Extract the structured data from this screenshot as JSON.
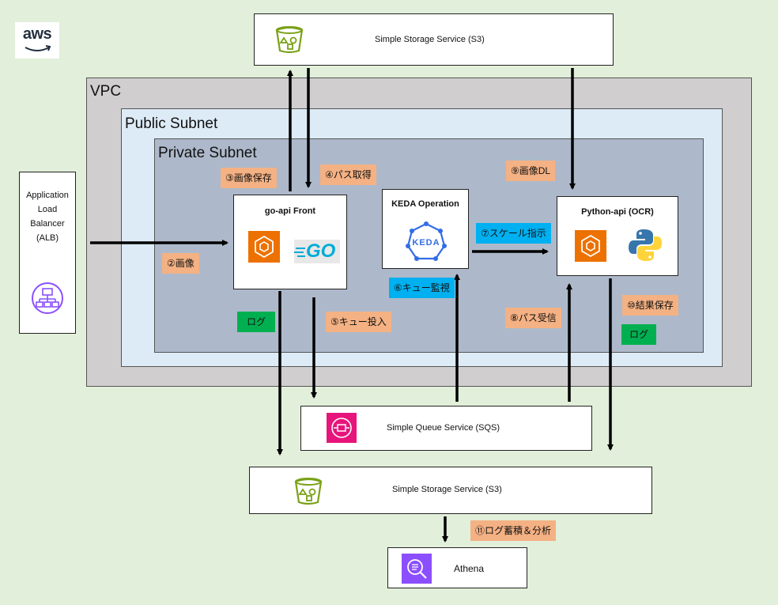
{
  "brand": {
    "logo_text": "aws"
  },
  "zones": {
    "vpc": "VPC",
    "public_subnet": "Public Subnet",
    "private_subnet": "Private Subnet"
  },
  "services": {
    "s3_top": "Simple Storage Service (S3)",
    "s3_bottom": "Simple Storage Service (S3)",
    "sqs": "Simple Queue Service (SQS)",
    "athena": "Athena",
    "alb": "Application\nLoad\nBalancer\n(ALB)",
    "go_api": "go-api Front",
    "go_logo_text": "GO",
    "keda": "KEDA Operation",
    "keda_logo_text": "KEDA",
    "python_api": "Python-api (OCR)"
  },
  "steps": {
    "s2": "②画像",
    "s3": "③画像保存",
    "s4": "④パス取得",
    "s5": "⑤キュー投入",
    "s6": "⑥キュー監視",
    "s7": "⑦スケール指示",
    "s8": "⑧パス受信",
    "s9": "⑨画像DL",
    "s10": "⑩結果保存",
    "s11": "⑪ログ蓄積＆分析"
  },
  "logs": {
    "go_log": "ログ",
    "py_log": "ログ"
  },
  "colors": {
    "background": "#e2efda",
    "vpc": "#d0cece",
    "public_subnet": "#ddebf7",
    "private_subnet": "#adb9ca",
    "step_tag": "#f4b183",
    "log_tag": "#00b050",
    "keda_tag": "#00b0f0",
    "s3_icon": "#7aa116",
    "compute_icon": "#ed7100",
    "sqs_icon": "#e7157b",
    "athena_icon": "#8c4fff",
    "alb_icon": "#8c4fff",
    "keda_icon": "#326de6",
    "go_icon": "#00acd7"
  }
}
